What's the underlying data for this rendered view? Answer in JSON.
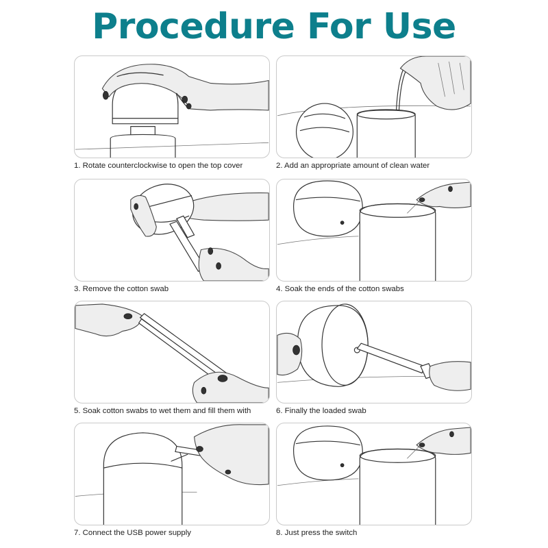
{
  "page": {
    "title": "Procedure For Use"
  },
  "steps": [
    {
      "caption": "1. Rotate counterclockwise to open the top cover",
      "illustration": "hand-rotating-cover"
    },
    {
      "caption": "2. Add an appropriate amount of clean water",
      "illustration": "pouring-water"
    },
    {
      "caption": "3. Remove the cotton swab",
      "illustration": "removing-swab"
    },
    {
      "caption": "4. Soak the ends of the cotton swabs",
      "illustration": "soaking-swab-ends"
    },
    {
      "caption": "5. Soak cotton swabs to wet them and fill them with",
      "illustration": "wetting-swabs"
    },
    {
      "caption": "6. Finally the loaded swab",
      "illustration": "loaded-swab"
    },
    {
      "caption": "7. Connect the USB power supply",
      "illustration": "usb-connect"
    },
    {
      "caption": "8. Just press the switch",
      "illustration": "pressing-switch"
    }
  ],
  "colors": {
    "title": "#0d7f8c",
    "panel_border": "#c9c9c9"
  }
}
